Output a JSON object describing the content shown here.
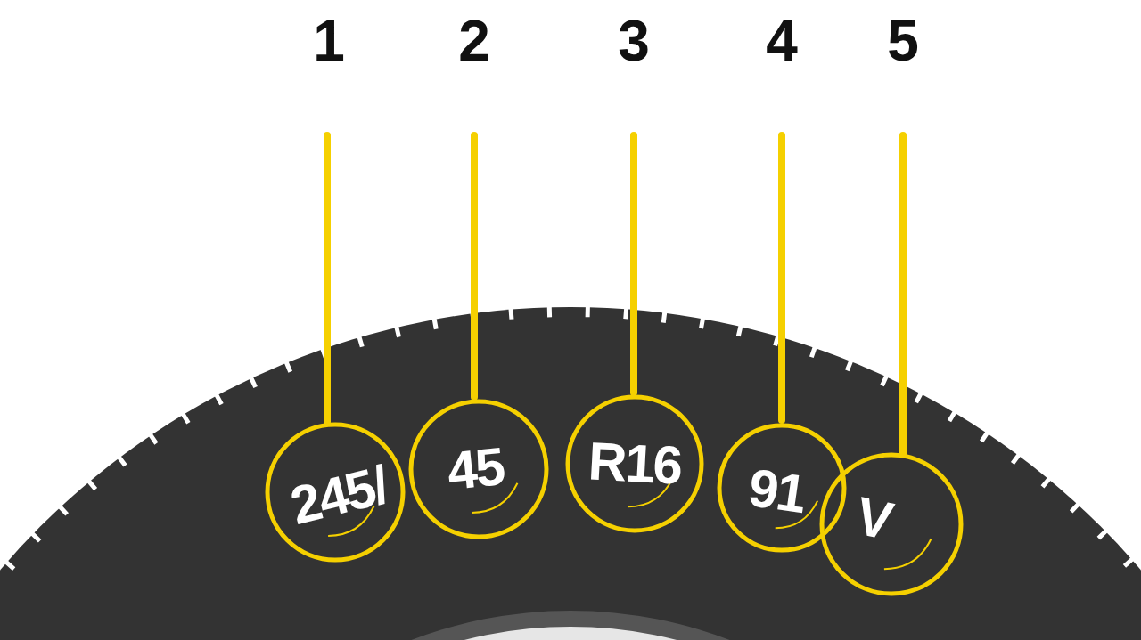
{
  "diagram": {
    "nodes": [
      {
        "text": [
          "245/"
        ]
      },
      {
        "text": [
          "45"
        ]
      },
      {
        "text": [
          "R16"
        ]
      },
      {
        "text": [
          "91"
        ]
      },
      {
        "text": [
          "V"
        ]
      }
    ],
    "labels": [
      "1",
      "2",
      "3",
      "4",
      "5"
    ]
  }
}
